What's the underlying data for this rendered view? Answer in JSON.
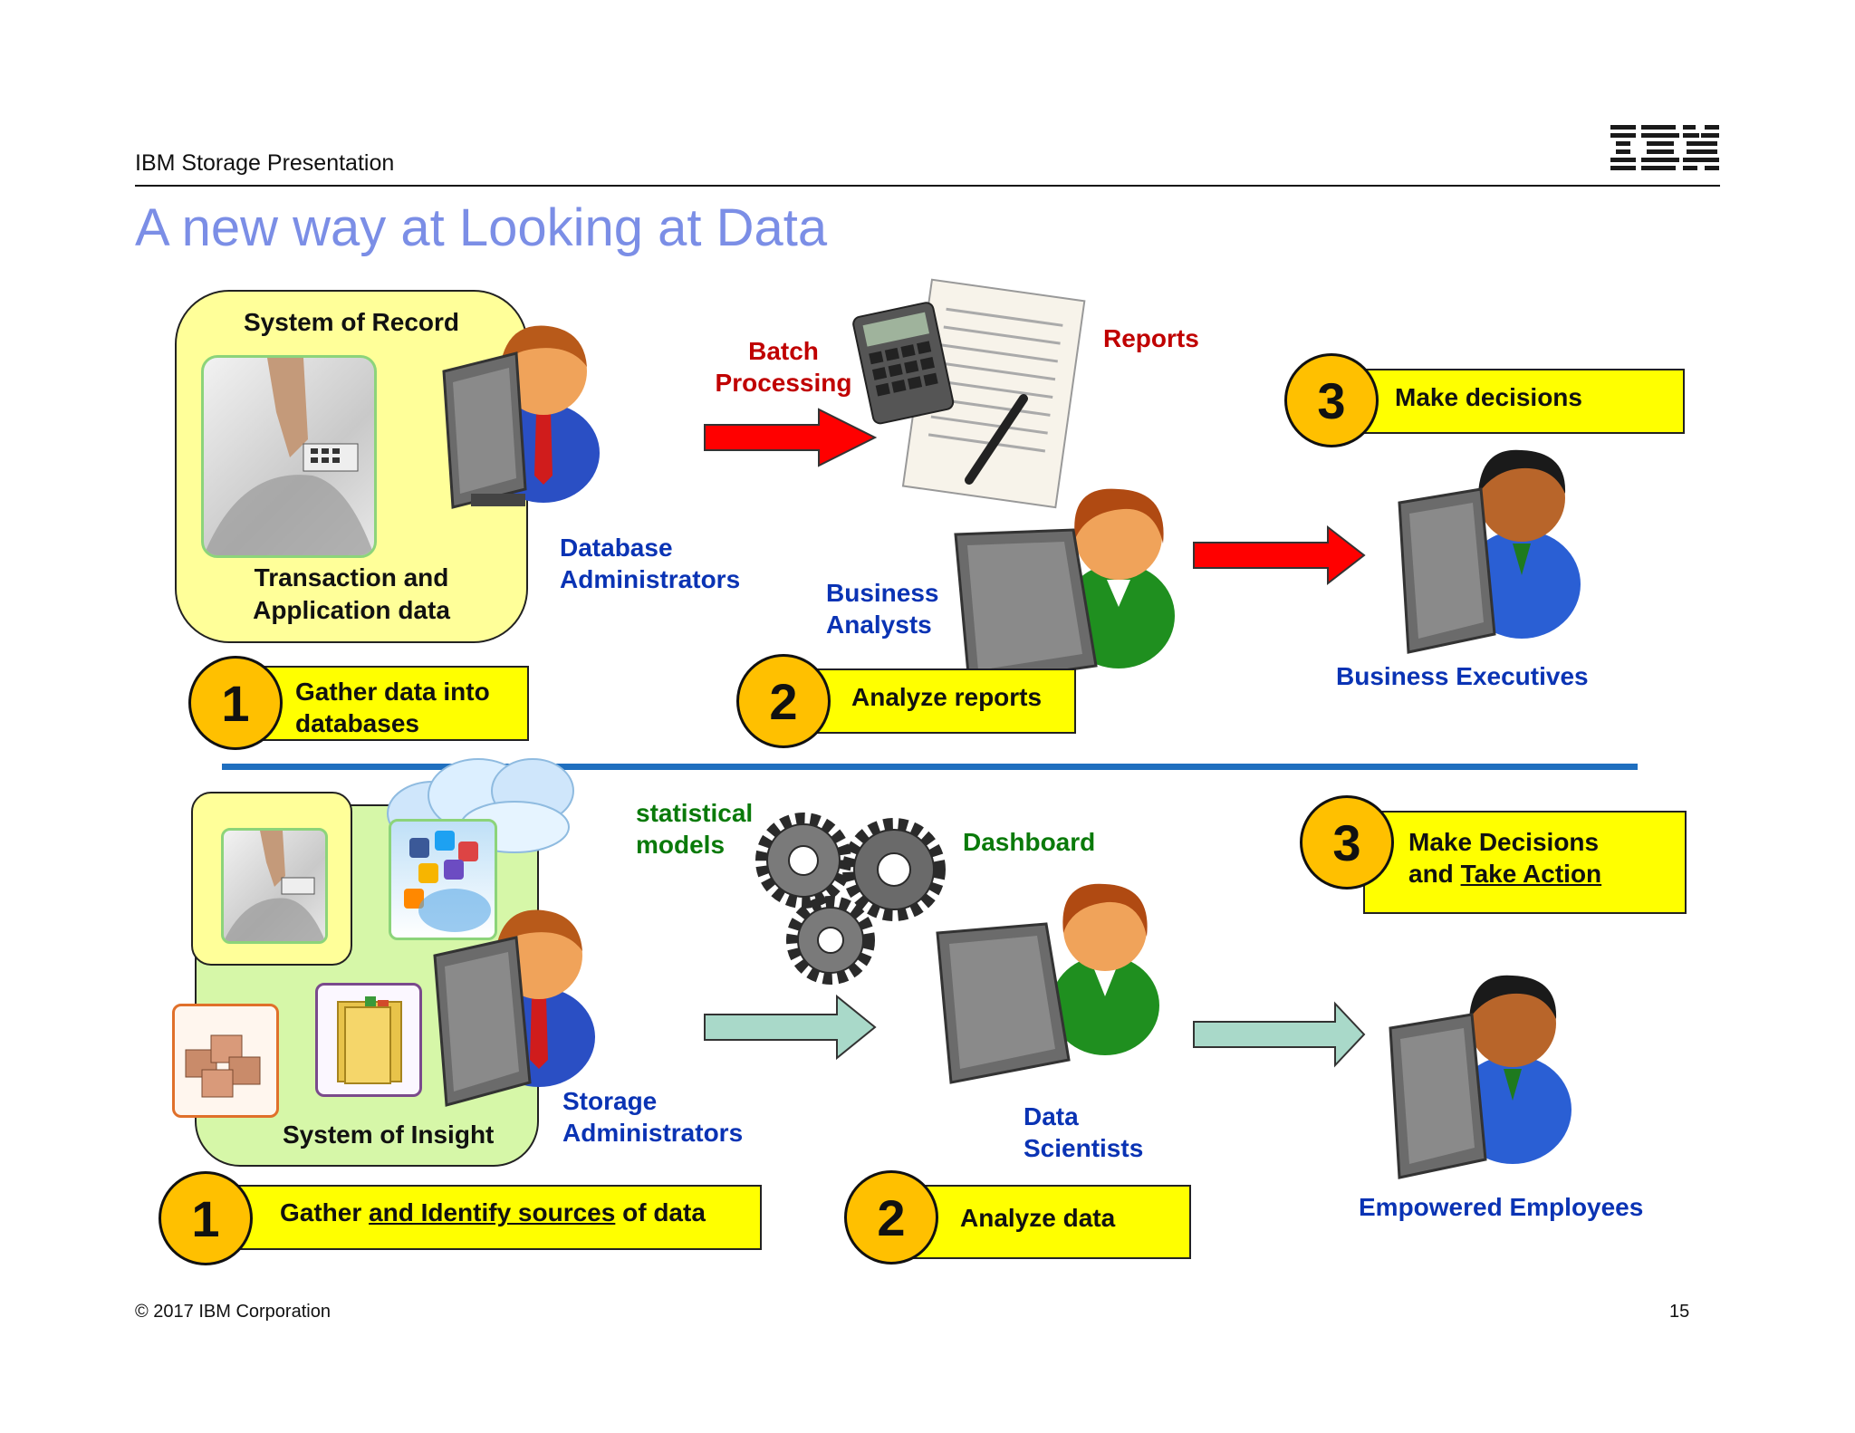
{
  "header": {
    "left": "IBM Storage Presentation",
    "logo": "IBM"
  },
  "title": "A new way at Looking at Data",
  "top": {
    "system_box": {
      "title": "System of Record",
      "caption_line1": "Transaction and",
      "caption_line2": "Application data"
    },
    "dba": {
      "line1": "Database",
      "line2": "Administrators"
    },
    "batch": {
      "line1": "Batch",
      "line2": "Processing"
    },
    "reports": "Reports",
    "analysts": {
      "line1": "Business",
      "line2": "Analysts"
    },
    "executives": "Business Executives",
    "step1": {
      "num": "1",
      "line1": "Gather data  into",
      "line2": "databases"
    },
    "step2": {
      "num": "2",
      "text": "Analyze reports"
    },
    "step3": {
      "num": "3",
      "text": "Make decisions"
    }
  },
  "bottom": {
    "system_box": {
      "title": "System of Insight"
    },
    "storage": {
      "line1": "Storage",
      "line2": "Administrators"
    },
    "models": {
      "line1": "statistical",
      "line2": "models"
    },
    "dashboard": "Dashboard",
    "scientists": {
      "line1": "Data",
      "line2": "Scientists"
    },
    "employees": "Empowered Employees",
    "step1": {
      "num": "1",
      "pre": "Gather ",
      "underlined": "and Identify sources",
      "post": " of data"
    },
    "step2": {
      "num": "2",
      "text": "Analyze data"
    },
    "step3": {
      "num": "3",
      "line1": "Make Decisions",
      "line2_pre": "and ",
      "line2_underlined": "Take Action"
    }
  },
  "footer": {
    "copyright": "© 2017 IBM Corporation",
    "page": "15"
  },
  "colors": {
    "title": "#7b8ee6",
    "step_box": "#ffff00",
    "step_circle": "#ffc000",
    "top_arrow": "#ff0000",
    "bottom_arrow": "#a9d9c9",
    "divider": "#1f6fbf",
    "role_label": "#0a33b4"
  }
}
